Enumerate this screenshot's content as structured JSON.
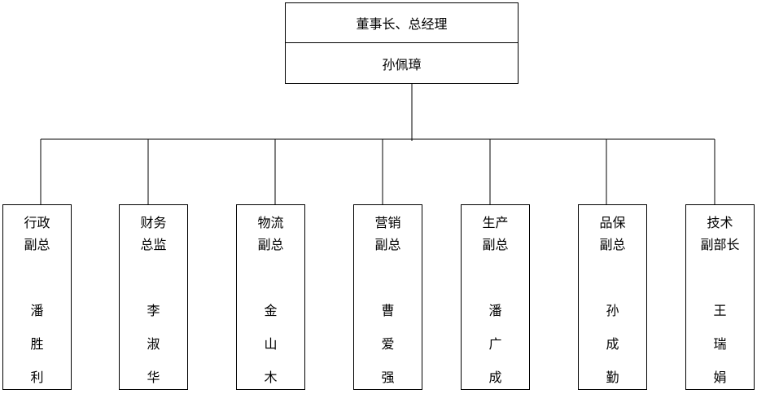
{
  "top": {
    "title": "董事长、总经理",
    "name": "孙佩璋"
  },
  "departments": [
    {
      "title": [
        "行政",
        "副总"
      ],
      "name": [
        "潘",
        "胜",
        "利"
      ]
    },
    {
      "title": [
        "财务",
        "总监"
      ],
      "name": [
        "李",
        "淑",
        "华"
      ]
    },
    {
      "title": [
        "物流",
        "副总"
      ],
      "name": [
        "金",
        "山",
        "木"
      ]
    },
    {
      "title": [
        "营销",
        "副总"
      ],
      "name": [
        "曹",
        "爱",
        "强"
      ]
    },
    {
      "title": [
        "生产",
        "副总"
      ],
      "name": [
        "潘",
        "广",
        "成"
      ]
    },
    {
      "title": [
        "品保",
        "副总"
      ],
      "name": [
        "孙",
        "成",
        "勤"
      ]
    },
    {
      "title": [
        "技术",
        "副部长"
      ],
      "name": [
        "王",
        "瑞",
        "娟"
      ]
    }
  ]
}
